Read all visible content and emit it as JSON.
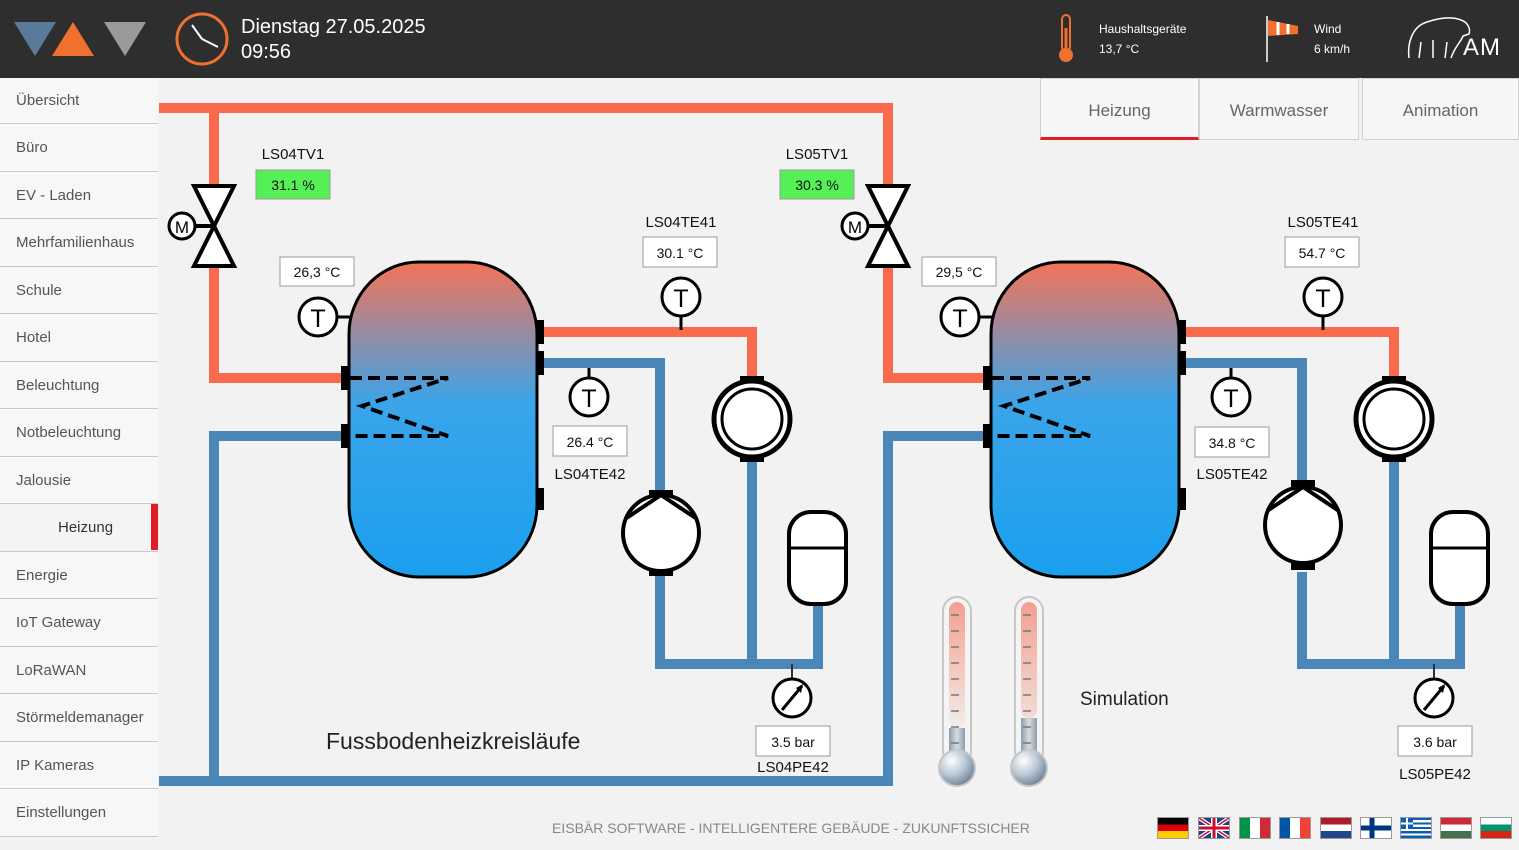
{
  "header": {
    "date": "Dienstag 27.05.2025",
    "time": "09:56",
    "weather": {
      "temp_label": "Haushaltsgeräte",
      "temp_value": "13,7 °C",
      "wind_label": "Wind",
      "wind_value": "6 km/h"
    },
    "brand_mark": "AM"
  },
  "sidebar": {
    "items": [
      {
        "label": "Übersicht"
      },
      {
        "label": "Büro"
      },
      {
        "label": "EV - Laden"
      },
      {
        "label": "Mehrfamilienhaus"
      },
      {
        "label": "Schule"
      },
      {
        "label": "Hotel"
      },
      {
        "label": "Beleuchtung"
      },
      {
        "label": "Notbeleuchtung"
      },
      {
        "label": "Jalousie"
      },
      {
        "label": "Heizung",
        "active": true
      },
      {
        "label": "Energie"
      },
      {
        "label": "IoT Gateway"
      },
      {
        "label": "LoRaWAN"
      },
      {
        "label": "Störmeldemanager"
      },
      {
        "label": "IP Kameras"
      },
      {
        "label": "Einstellungen"
      }
    ]
  },
  "tabs": [
    {
      "label": "Heizung",
      "active": true
    },
    {
      "label": "Warmwasser"
    },
    {
      "label": "Animation"
    }
  ],
  "circuit1": {
    "valve_name": "LS04TV1",
    "valve_value": "31.1 %",
    "tank_temp": "26,3 °C",
    "flow_sensor_name": "LS04TE41",
    "flow_temp": "30.1 °C",
    "return_temp": "26.4 °C",
    "return_sensor_name": "LS04TE42",
    "pressure": "3.5 bar",
    "pressure_sensor_name": "LS04PE42"
  },
  "circuit2": {
    "valve_name": "LS05TV1",
    "valve_value": "30.3 %",
    "tank_temp": "29,5 °C",
    "flow_sensor_name": "LS05TE41",
    "flow_temp": "54.7 °C",
    "return_temp": "34.8 °C",
    "return_sensor_name": "LS05TE42",
    "pressure": "3.6 bar",
    "pressure_sensor_name": "LS05PE42"
  },
  "diagram": {
    "title": "Fussbodenheizkreisläufe",
    "simulation_label": "Simulation",
    "motor_symbol": "M",
    "temp_symbol": "T"
  },
  "footer": {
    "text": "EISBÄR SOFTWARE - INTELLIGENTERE GEBÄUDE - ZUKUNFTSSICHER"
  },
  "languages": [
    "de",
    "en",
    "it",
    "fr",
    "nl",
    "fi",
    "el",
    "hu",
    "bg"
  ],
  "colors": {
    "hot_pipe": "#fa6a4c",
    "cold_pipe": "#4a86b8",
    "valve_ok": "#55f055",
    "accent": "#e31b23",
    "topbar": "#2e2e2e"
  }
}
